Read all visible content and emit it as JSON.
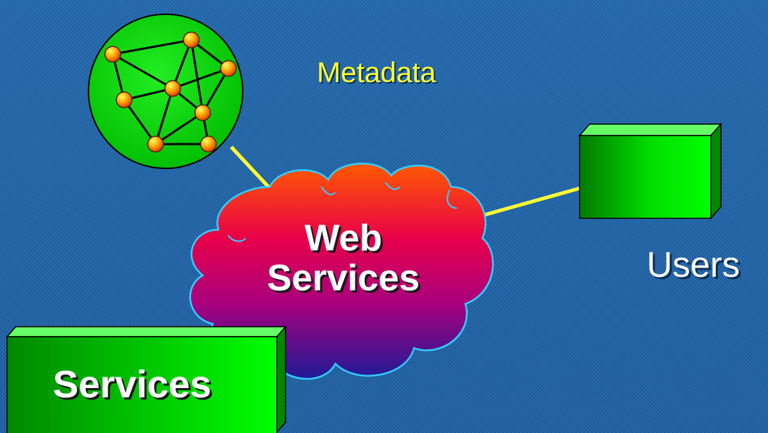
{
  "labels": {
    "metadata": "Metadata",
    "users": "Users",
    "web_services_line1": "Web",
    "web_services_line2": "Services",
    "services": "Services"
  },
  "icons": {
    "metadata": "network-globe-icon",
    "users": "green-box-icon",
    "web_services": "cloud-icon",
    "services": "green-box-icon"
  },
  "colors": {
    "background": "#1e63a8",
    "connector": "#ffff33",
    "box_green_light": "#00ff00",
    "box_green_dark": "#006600",
    "cloud_top": "#ff3300",
    "cloud_middle": "#cc0066",
    "cloud_bottom": "#2a1a99",
    "node_fill": "#ff9900",
    "metadata_text": "#ffff33",
    "label_text": "#ffffff"
  }
}
